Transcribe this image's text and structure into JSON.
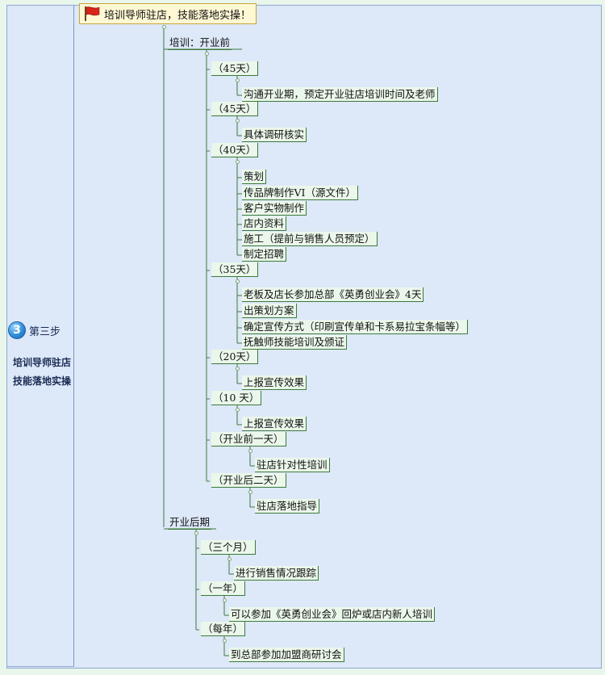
{
  "left_panel": {
    "step_number": "3",
    "step_label": "第三步",
    "line1": "培训导师驻店",
    "line2": "技能落地实操"
  },
  "root": {
    "label": "培训导师驻店，技能落地实操！",
    "icon": "red-flag-icon"
  },
  "branches": [
    {
      "label": "培训：开业前",
      "groups": [
        {
          "label": "（45天）",
          "items": [
            "沟通开业期，预定开业驻店培训时间及老师"
          ]
        },
        {
          "label": "（45天）",
          "items": [
            "具体调研核实"
          ]
        },
        {
          "label": "（40天）",
          "items": [
            "策划",
            "传品牌制作VI（源文件）",
            "客户实物制作",
            "店内资料",
            "施工（提前与销售人员预定）",
            "制定招聘"
          ]
        },
        {
          "label": "（35天）",
          "items": [
            "老板及店长参加总部《英勇创业会》4天",
            "出策划方案",
            "确定宣传方式（印刷宣传单和卡系易拉宝条幅等）",
            "抚触师技能培训及颁证"
          ]
        },
        {
          "label": "（20天）",
          "items": [
            "上报宣传效果"
          ]
        },
        {
          "label": "（10 天）",
          "items": [
            "上报宣传效果"
          ]
        },
        {
          "label": "（开业前一天）",
          "items": [
            "驻店针对性培训"
          ]
        },
        {
          "label": "（开业后二天）",
          "items": [
            "驻店落地指导"
          ]
        }
      ]
    },
    {
      "label": "开业后期",
      "groups": [
        {
          "label": "（三个月）",
          "items": [
            "进行销售情况跟踪"
          ]
        },
        {
          "label": "（一年）",
          "items": [
            "可以参加《英勇创业会》回炉或店内新人培训"
          ]
        },
        {
          "label": "（每年）",
          "items": [
            "到总部参加加盟商研讨会"
          ]
        }
      ]
    }
  ],
  "colors": {
    "connector": "#3c7a3c",
    "node_fill": "#eaf7ea",
    "background": "#dde8f8"
  }
}
